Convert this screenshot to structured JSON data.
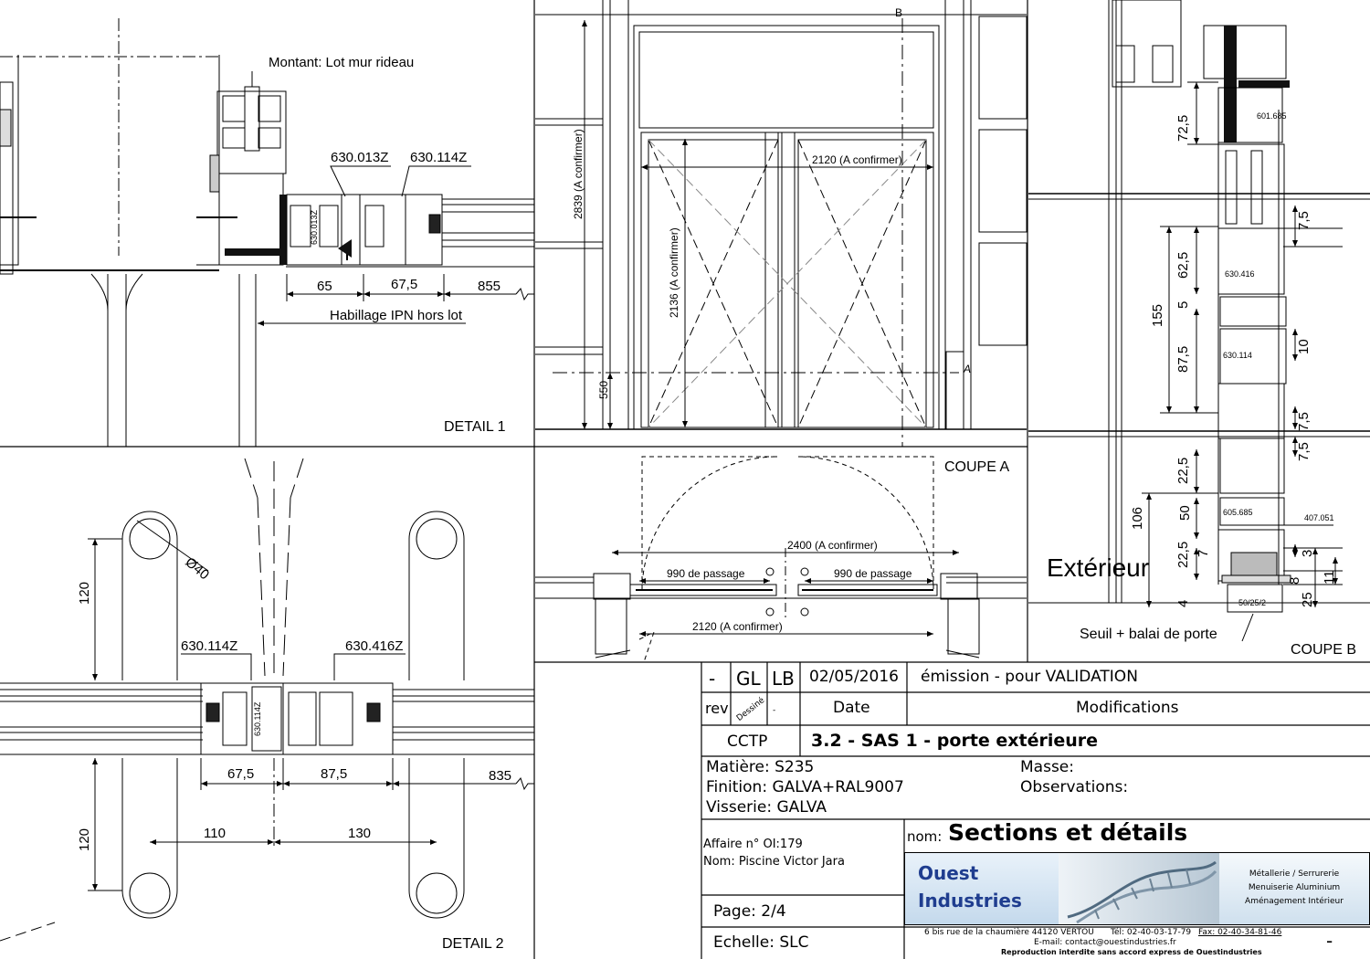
{
  "views": {
    "detail1": {
      "title": "DETAIL 1",
      "label_montant": "Montant: Lot mur rideau",
      "label_a": "630.013Z",
      "label_b": "630.114Z",
      "label_inner": "630.013Z",
      "dim_1": "65",
      "dim_2": "67,5",
      "dim_3": "855",
      "label_habillage": "Habillage IPN hors lot"
    },
    "detail2": {
      "title": "DETAIL 2",
      "label_diam": "Ø40",
      "label_a": "630.114Z",
      "label_b": "630.416Z",
      "label_inner": "630.114Z",
      "dim_120_top": "120",
      "dim_120_bottom": "120",
      "dim_675": "67,5",
      "dim_875": "87,5",
      "dim_835": "835",
      "dim_110": "110",
      "dim_130": "130"
    },
    "coupe_a": {
      "title": "COUPE A",
      "mark_b": "B",
      "mark_a": "A",
      "dim_height_total": "2839 (A confirmer)",
      "dim_height_door": "2136 (A confirmer)",
      "dim_550": "550",
      "dim_width_door": "2120 (A confirmer)",
      "plan_dim_2400": "2400 (A confirmer)",
      "plan_passage_left": "990 de passage",
      "plan_passage_right": "990 de passage",
      "plan_dim_2120": "2120 (A confirmer)"
    },
    "coupe_b": {
      "title": "COUPE B",
      "label_exterieur": "Extérieur",
      "label_seuil": "Seuil + balai de porte",
      "ref_601": "601.685",
      "ref_630_416": "630.416",
      "ref_630_114": "630.114",
      "ref_605": "605.685",
      "ref_407": "407.051",
      "ref_seuil": "50/25/2",
      "dims_left": [
        "72,5",
        "62,5",
        "5",
        "87,5",
        "22,5",
        "50",
        "7",
        "22,5",
        "4"
      ],
      "dim_155": "155",
      "dim_106": "106",
      "dims_right": [
        "7,5",
        "10",
        "7,5",
        "7,5",
        "3",
        "8",
        "11",
        "25"
      ]
    }
  },
  "title_block": {
    "rev_value": "-",
    "drawn_a": "GL",
    "drawn_b": "LB",
    "date_value": "02/05/2016",
    "modification_value": "émission - pour VALIDATION",
    "hdr_rev": "rev",
    "hdr_dessine": "Dessiné",
    "hdr_small_mark": "-",
    "hdr_date": "Date",
    "hdr_modifications": "Modifications",
    "cctp": "CCTP",
    "subject": "3.2 - SAS 1 - porte extérieure",
    "matiere": "Matière: S235",
    "finition": "Finition: GALVA+RAL9007",
    "visserie": "Visserie: GALVA",
    "masse": "Masse:",
    "observations": "Observations:",
    "affaire": "Affaire n° OI:179",
    "nom_affaire": "Nom: Piscine Victor Jara",
    "page": "Page: 2/4",
    "echelle": "Echelle: SLC",
    "nom_label": "nom:",
    "nom_value": "Sections et détails",
    "company_line1": "Ouest",
    "company_line2": "Industries",
    "activity_1": "Métallerie / Serrurerie",
    "activity_2": "Menuiserie Aluminium",
    "activity_3": "Aménagement Intérieur",
    "address": "6 bis rue de la chaumière 44120 VERTOU",
    "tel": "Tél: 02-40-03-17-79",
    "fax": "Fax: 02-40-34-81-46",
    "email": "E-mail: contact@ouestindustries.fr",
    "legal": "Reproduction interdite sans accord express de Ouestindustries",
    "corner_mark": "-"
  }
}
